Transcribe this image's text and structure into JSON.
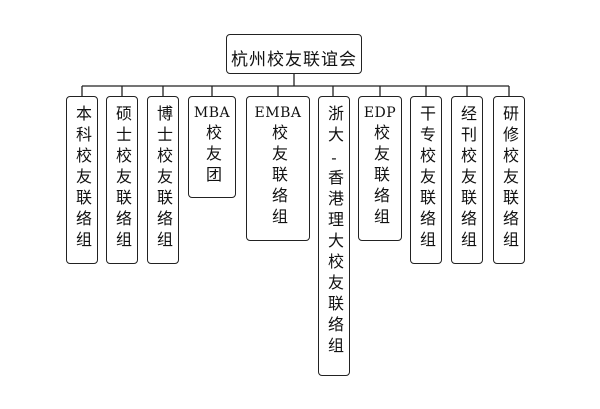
{
  "root": {
    "label": "杭州校友联谊会"
  },
  "branches": [
    {
      "label": "本科校友联络组"
    },
    {
      "label": "硕士校友联络组"
    },
    {
      "label": "博士校友联络组"
    },
    {
      "latin": "MBA",
      "label": "校友团"
    },
    {
      "latin": "EMBA",
      "label": "校友联络组"
    },
    {
      "label_top": "浙大",
      "dash": "-",
      "label_bottom": "香港理大校友联络组"
    },
    {
      "latin": "EDP",
      "label": "校友联络组"
    },
    {
      "label": "干专校友联络组"
    },
    {
      "label": "经刊校友联络组"
    },
    {
      "label": "研修校友联络组"
    }
  ]
}
